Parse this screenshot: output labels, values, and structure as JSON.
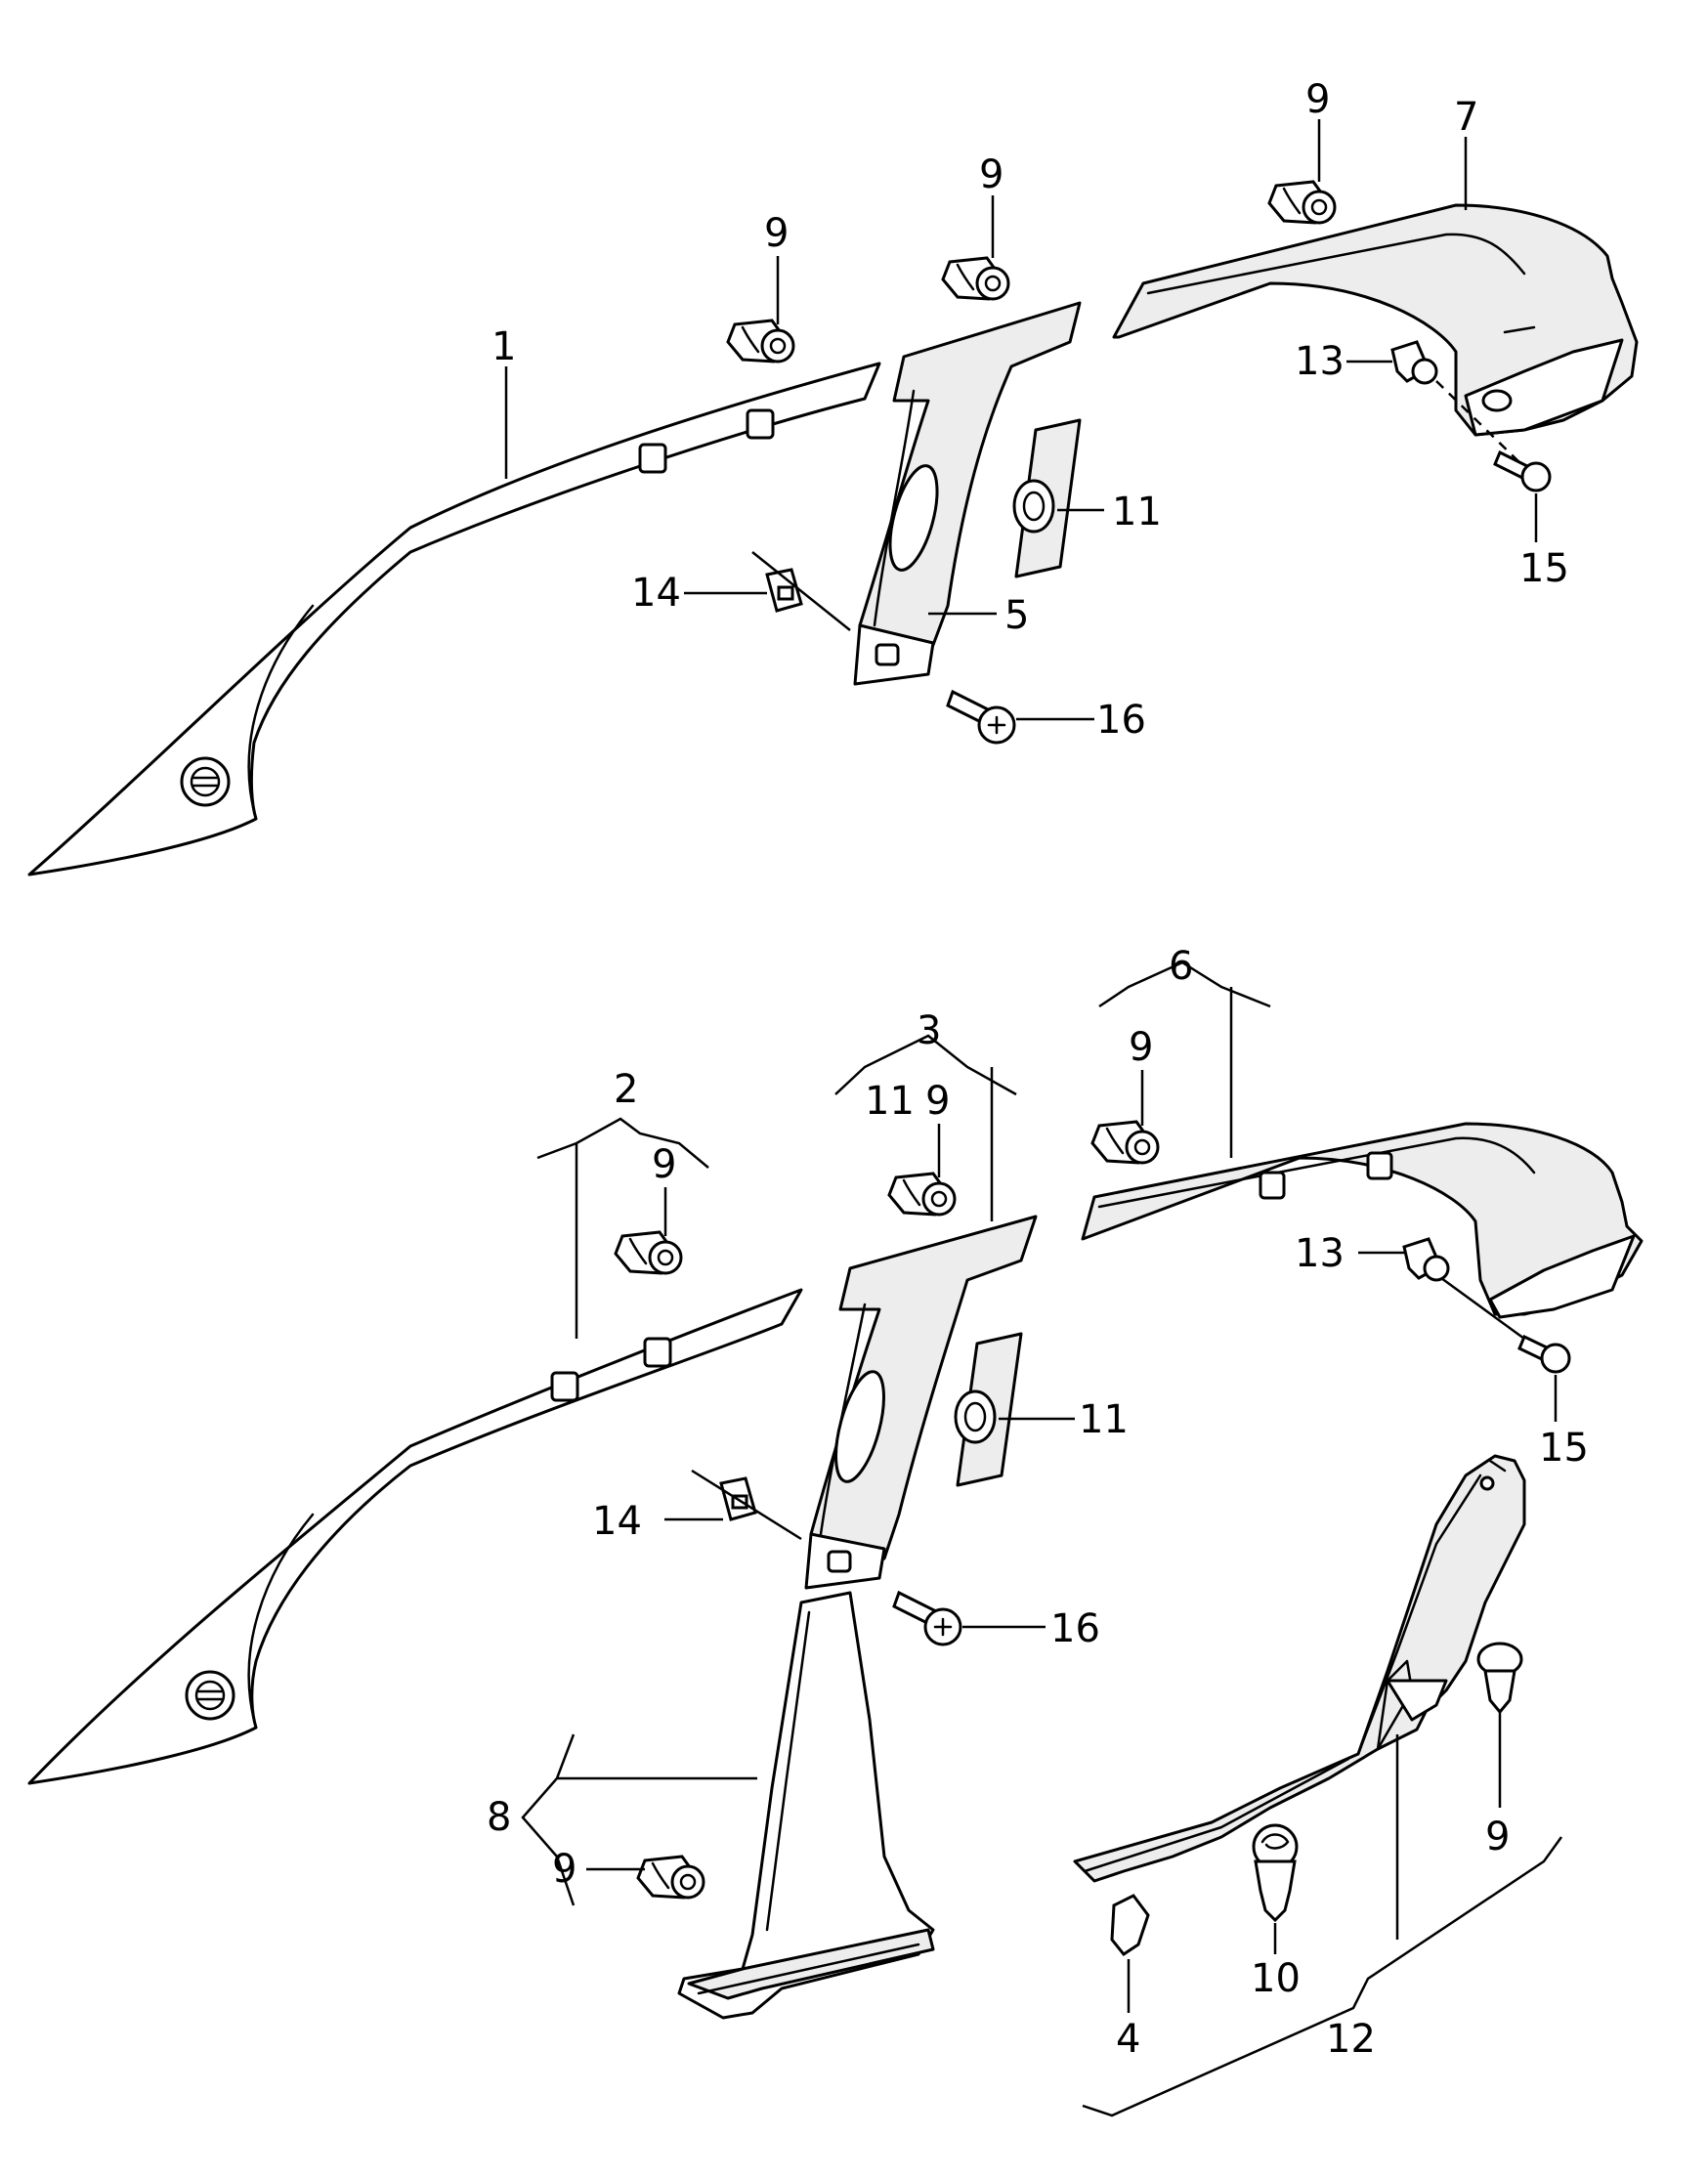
{
  "callouts": {
    "c1": "1",
    "c2": "2",
    "c3": "3",
    "c4": "4",
    "c5": "5",
    "c6": "6",
    "c7": "7",
    "c8": "8",
    "c10": "10",
    "c12": "12",
    "c9": "9",
    "c11": "11",
    "c13": "13",
    "c14": "14",
    "c15": "15",
    "c16": "16"
  }
}
